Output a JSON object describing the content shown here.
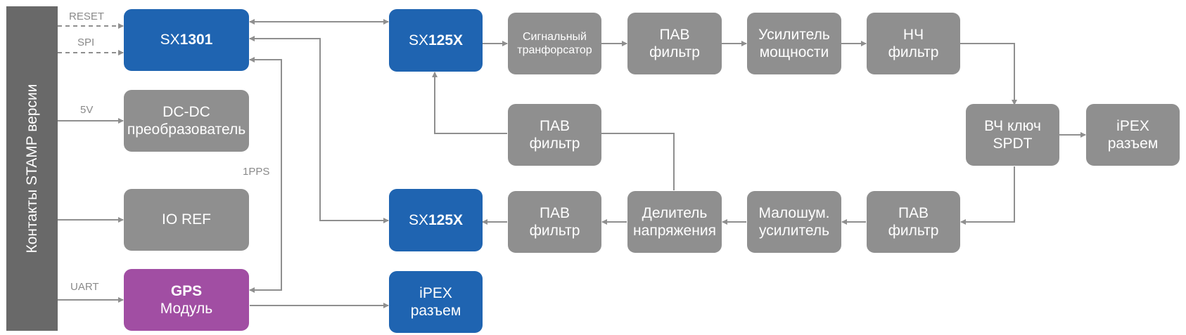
{
  "sidebar": {
    "label": "Контакты STAMP версии"
  },
  "signals": {
    "reset": "RESET",
    "spi": "SPI",
    "v5": "5V",
    "uart": "UART",
    "pps": "1PPS"
  },
  "blocks": {
    "sx1301": {
      "prefix": "SX",
      "bold": "1301"
    },
    "dcdc": {
      "line1": "DC-DC",
      "line2": "преобразователь"
    },
    "ioref": {
      "line1": "IO REF"
    },
    "gps": {
      "line1": "GPS",
      "line2": "Модуль"
    },
    "sx125x_tx": {
      "prefix": "SX",
      "bold": "125X"
    },
    "sx125x_rx": {
      "prefix": "SX",
      "bold": "125X"
    },
    "ipex_gps": {
      "line1": "iPEX",
      "line2": "разъем"
    },
    "transformer": {
      "line1": "Сигнальный",
      "line2": "транфорсатор"
    },
    "saw_tx": {
      "line1": "ПАВ",
      "line2": "фильтр"
    },
    "power_amp": {
      "line1": "Усилитель",
      "line2": "мощности"
    },
    "lpf": {
      "line1": "НЧ",
      "line2": "фильтр"
    },
    "rf_switch": {
      "line1": "ВЧ ключ",
      "line2": "SPDT"
    },
    "ipex_rf": {
      "line1": "iPEX",
      "line2": "разъем"
    },
    "saw_rx_in": {
      "line1": "ПАВ",
      "line2": "фильтр"
    },
    "lna": {
      "line1": "Малошум.",
      "line2": "усилитель"
    },
    "divider": {
      "line1": "Делитель",
      "line2": "напряжения"
    },
    "saw_rx_a": {
      "line1": "ПАВ",
      "line2": "фильтр"
    },
    "saw_rx_b": {
      "line1": "ПАВ",
      "line2": "фильтр"
    }
  },
  "colors": {
    "sidebar": "#696969",
    "gray_block": "#8f8f8f",
    "blue_block": "#1f64b1",
    "purple_block": "#a14ea3",
    "connector": "#8f8f8f",
    "signal_text": "#8a8a8a"
  }
}
